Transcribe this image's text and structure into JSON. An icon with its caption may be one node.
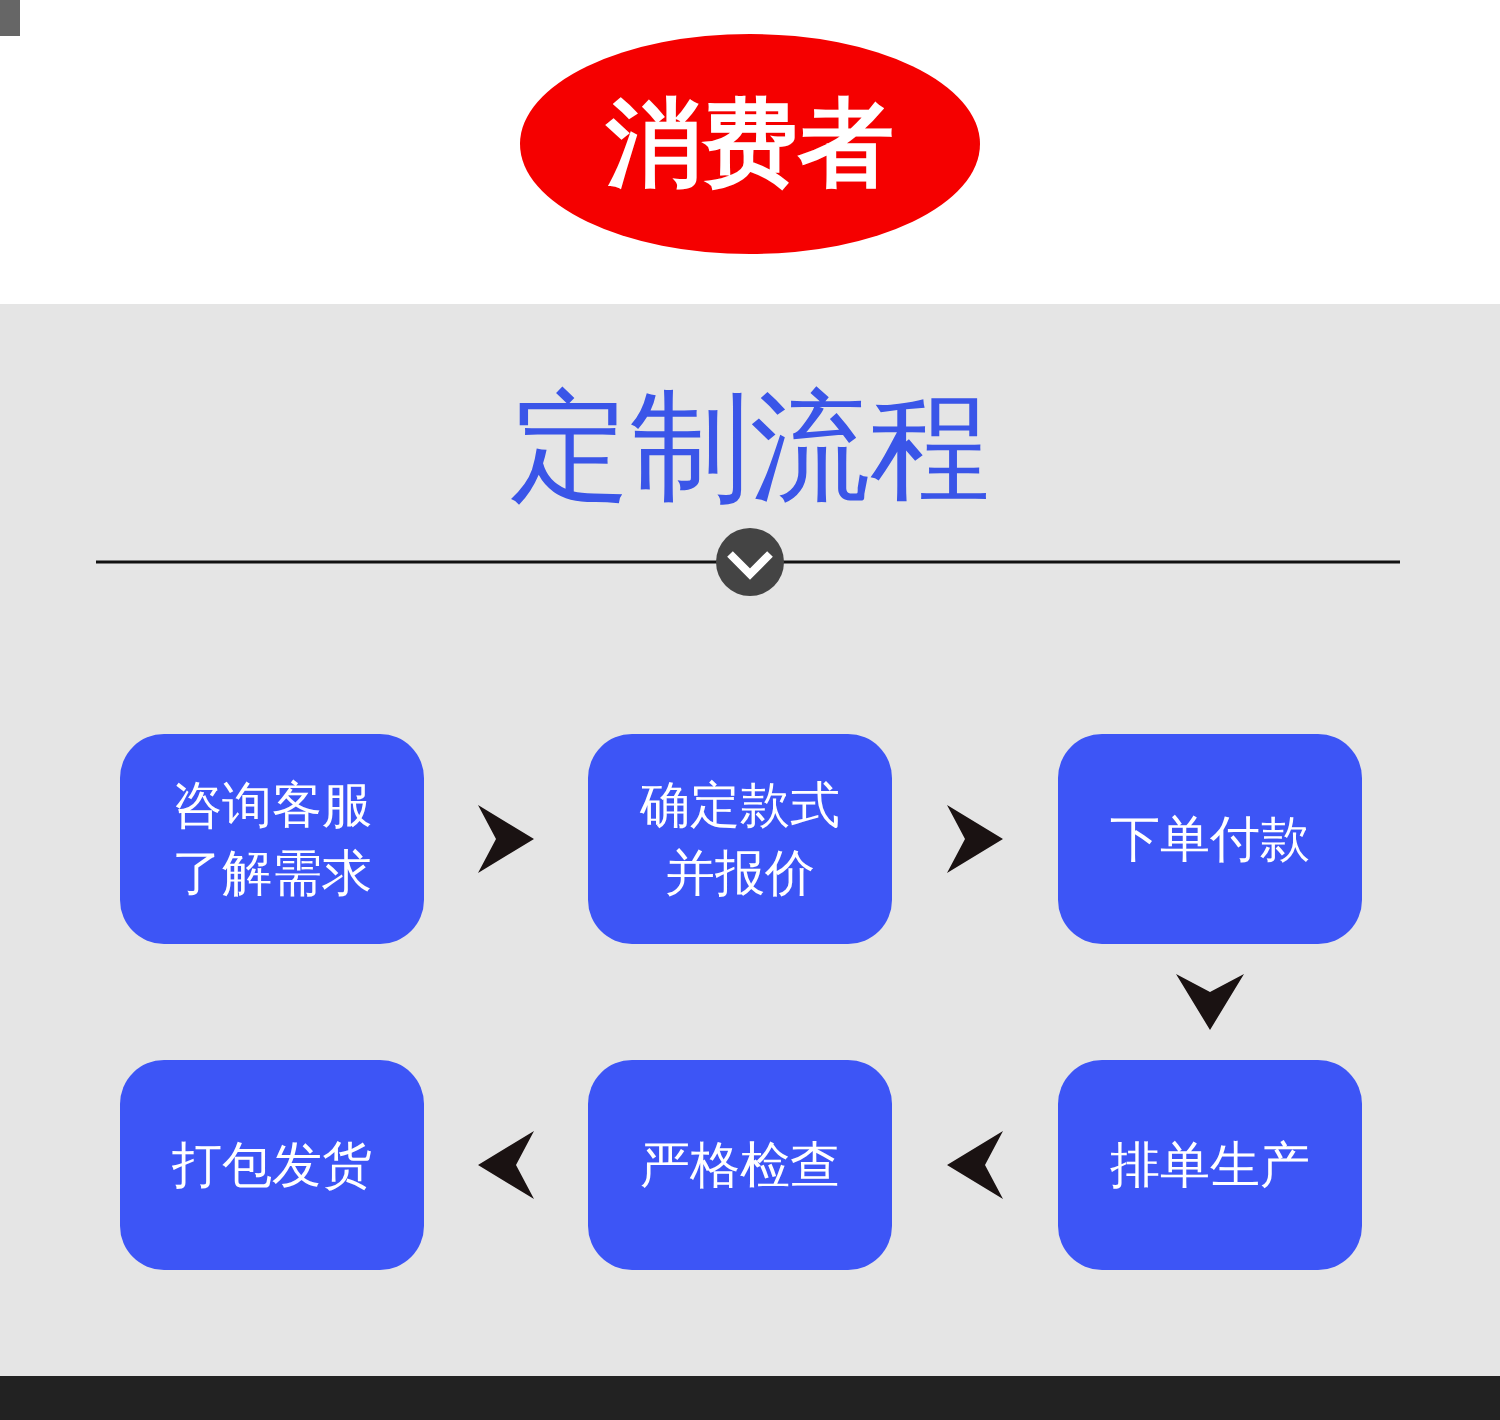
{
  "diagram": {
    "title": "定制流程",
    "nodes": [
      {
        "text": [
          "消费者"
        ]
      },
      {
        "text": [
          "咨询客服了解需求"
        ]
      },
      {
        "text": [
          "确定款式并报价"
        ]
      },
      {
        "text": [
          "下单付款"
        ]
      },
      {
        "text": [
          "排单生产"
        ]
      },
      {
        "text": [
          "严格检查"
        ]
      },
      {
        "text": [
          "打包发货"
        ]
      }
    ],
    "edges": [
      {
        "from": 1,
        "to": 2,
        "arrow": "to"
      },
      {
        "from": 2,
        "to": 3,
        "arrow": "to"
      },
      {
        "from": 3,
        "to": 4,
        "arrow": "to"
      },
      {
        "from": 4,
        "to": 5,
        "arrow": "to"
      },
      {
        "from": 5,
        "to": 6,
        "arrow": "to"
      }
    ]
  }
}
